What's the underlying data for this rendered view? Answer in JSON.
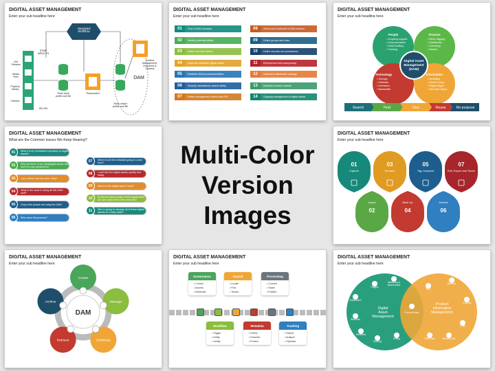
{
  "slides": {
    "title": "DIGITAL ASSET MANAGEMENT",
    "subtitle": "Enter your sub headline here",
    "subtitle_alt": "What are the Common Issues We Keep Hearing?"
  },
  "center": {
    "heading": "Multi-Color\nVersion Images"
  },
  "s1": {
    "integrated": "Integrated\nWorkflow",
    "live_streams": "Live\nStreams",
    "media_files": "Media\nFiles",
    "physical_media": "Physical\nMedia",
    "camera": "Camera",
    "rtmp": "RTMP\nMPEG-TS",
    "sdi": "HD-SDI",
    "store_input": "Store input\nprofile and file",
    "transcoders": "Transcoders",
    "store_output": "Store output\nprofile and file",
    "dam": "DAM",
    "content_mgmt": "Content\nManagement,\nDiscovery &\nDelivery"
  },
  "s2": {
    "rows": [
      {
        "n": "01",
        "t": "Find a DAM champion",
        "c": "#0f8a7e"
      },
      {
        "n": "02",
        "t": "Identify potential pitfalls",
        "c": "#47ad52"
      },
      {
        "n": "03",
        "t": "Define success criteria",
        "c": "#8bbd3e"
      },
      {
        "n": "04",
        "t": "Audit and centralize digital assets",
        "c": "#e1a32a"
      },
      {
        "n": "05",
        "t": "Establish DAM process/workflow",
        "c": "#2576b8"
      },
      {
        "n": "06",
        "t": "Simplify metadata for search ability",
        "c": "#1f5f9e"
      },
      {
        "n": "07",
        "t": "Define management criteria and ROI",
        "c": "#d2781f"
      },
      {
        "n": "08",
        "t": "Select and implement a DAM solution",
        "c": "#c65a24"
      },
      {
        "n": "09",
        "t": "Define groups and roles",
        "c": "#1a5f87"
      },
      {
        "n": "10",
        "t": "Define security and permissions",
        "c": "#16406a"
      },
      {
        "n": "11",
        "t": "Entrepreneur and repurposing",
        "c": "#b6232a"
      },
      {
        "n": "12",
        "t": "Implement distribution strategy",
        "c": "#e57a35"
      },
      {
        "n": "13",
        "t": "Establish version controls",
        "c": "#3a9a6b"
      },
      {
        "n": "14",
        "t": "Ongoing management of digital assets",
        "c": "#14866e"
      }
    ]
  },
  "s3": {
    "center": "Digital Asset\nManagement\n(DAM)",
    "people": {
      "t": "People",
      "items": [
        "Ongoing support",
        "Documentation",
        "Solid Staffing",
        "Training"
      ]
    },
    "process": {
      "t": "Process",
      "items": [
        "Meta-Tagging",
        "Distribution",
        "Licensing",
        "Search"
      ]
    },
    "technology": {
      "t": "Technology",
      "items": [
        "Storage",
        "Software",
        "Hardware",
        "Bandwidth"
      ]
    },
    "information": {
      "t": "Information",
      "items": [
        "Metadata",
        "Search Keys",
        "Rights Mgmt",
        "Alternate Mgmt"
      ]
    },
    "bar": [
      "Search",
      "Find",
      "Use",
      "Reuse",
      "Re-purpose"
    ]
  },
  "s4": {
    "rows": [
      {
        "n": "01",
        "t": "Where is my centralized repository of digital assets?",
        "c": "#1a8a7e"
      },
      {
        "n": "02",
        "t": "Why are there of our meaningful assets that seem to vary department?",
        "c": "#47ad52"
      },
      {
        "n": "03",
        "t": "Just a What can't we sell it, Why?",
        "c": "#e28d2a"
      },
      {
        "n": "04",
        "t": "What is the value in doing all this DAM stuff?",
        "c": "#b72a2f"
      },
      {
        "n": "05",
        "t": "Only a few people are using the DAM",
        "c": "#1d5f8e"
      },
      {
        "n": "06",
        "t": "Who owns this process?",
        "c": "#2f7fc1"
      },
      {
        "n": "07",
        "t": "Where is all this metadata going to come from?",
        "c": "#1d5f8e"
      },
      {
        "n": "08",
        "t": "I can't find the digital assets quickly and easily",
        "c": "#b72a2f"
      },
      {
        "n": "09",
        "t": "Where is the digital asset I need?",
        "c": "#e28d2a"
      },
      {
        "n": "10",
        "t": "Is this the latest version of this digital asset are just make them a few reserved?",
        "c": "#8bbd3e"
      },
      {
        "n": "11",
        "t": "Who is going to manage all of these digital assets on a daily basis?",
        "c": "#1a8a7e"
      }
    ]
  },
  "s6": {
    "top": [
      {
        "n": "01",
        "t": "Capture",
        "c": "#16897a"
      },
      {
        "n": "03",
        "t": "Rename",
        "c": "#e09b22"
      },
      {
        "n": "05",
        "t": "Tag, Keyword",
        "c": "#1d5e8f"
      },
      {
        "n": "07",
        "t": "Edit, Export and Share",
        "c": "#a6262c"
      }
    ],
    "bottom": [
      {
        "n": "02",
        "t": "Import",
        "c": "#5aa845"
      },
      {
        "n": "04",
        "t": "Back Up",
        "c": "#c23a30"
      },
      {
        "n": "06",
        "t": "Archive",
        "c": "#2f7fc1"
      }
    ]
  },
  "s7": {
    "center": "DAM",
    "nodes": [
      "Create",
      "Manage",
      "Distribute",
      "Retrieve",
      "Archive"
    ]
  },
  "s8": {
    "top": [
      {
        "t": "Governance",
        "c": "#4aa65a",
        "items": [
          "Control",
          "Access",
          "Moderate"
        ]
      },
      {
        "t": "Search",
        "c": "#f0a637",
        "items": [
          "Locate",
          "Find",
          "Tender"
        ]
      },
      {
        "t": "Processing",
        "c": "#6c757d",
        "items": [
          "Convert",
          "Share",
          "Publish"
        ]
      }
    ],
    "bottom": [
      {
        "t": "Workflow",
        "c": "#8bbd3e",
        "items": [
          "Trigger",
          "Notify",
          "Justify"
        ]
      },
      {
        "t": "Metadata",
        "c": "#c23a30",
        "items": [
          "Define",
          "Describe",
          "Protect"
        ]
      },
      {
        "t": "Tracking",
        "c": "#2f7fc1",
        "items": [
          "Report",
          "Analyze",
          "Optimize"
        ]
      }
    ]
  },
  "s9": {
    "left": "Digital\nAsset\nManagement",
    "right": "Product\nInformation\nManagement",
    "left_items": [
      "Plugins",
      "Marketing &\nBrand Asset",
      "Automation",
      "Workflow",
      "Metadata",
      "Sharing",
      "Editing"
    ],
    "overlap": "Product Asset",
    "right_items": [
      "SKU",
      "Barcode",
      "Channel",
      "POS",
      "Delivery info",
      "Rich Data"
    ]
  }
}
